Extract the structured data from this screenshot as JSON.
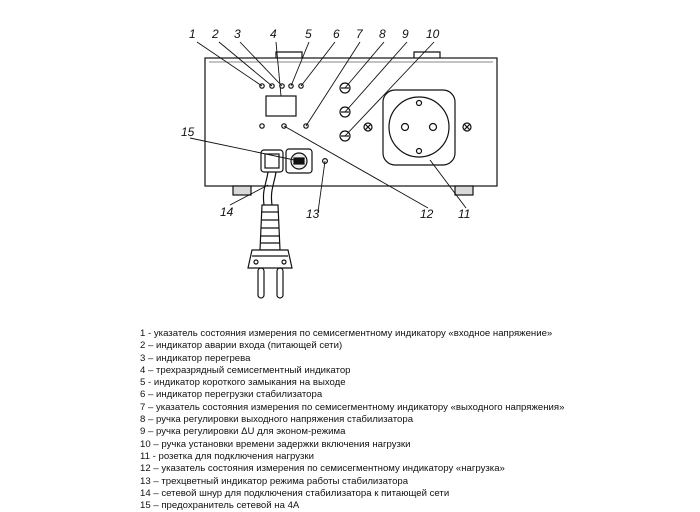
{
  "callouts": [
    "1",
    "2",
    "3",
    "4",
    "5",
    "6",
    "7",
    "8",
    "9",
    "10",
    "11",
    "12",
    "13",
    "14",
    "15"
  ],
  "legend": [
    "1 - указатель состояния измерения по семисегментному индикатору «входное напряжение»",
    "2 – индикатор аварии входа (питающей сети)",
    "3 – индикатор перегрева",
    "4 – трехразрядный семисегментный индикатор",
    "5 - индикатор короткого замыкания на выходе",
    "6 – индикатор перегрузки стабилизатора",
    "7 – указатель состояния измерения по семисегментному индикатору «выходного напряжения»",
    "8 – ручка регулировки выходного напряжения стабилизатора",
    "9 – ручка регулировки ΔU для эконом-режима",
    "10 – ручка установки времени задержки включения нагрузки",
    "11 - розетка для подключения нагрузки",
    "12 – указатель состояния измерения по семисегментному индикатору «нагрузка»",
    "13 – трехцветный индикатор режима работы стабилизатора",
    "14 – сетевой шнур для подключения стабилизатора к питающей сети",
    "15 – предохранитель сетевой на 4А"
  ]
}
